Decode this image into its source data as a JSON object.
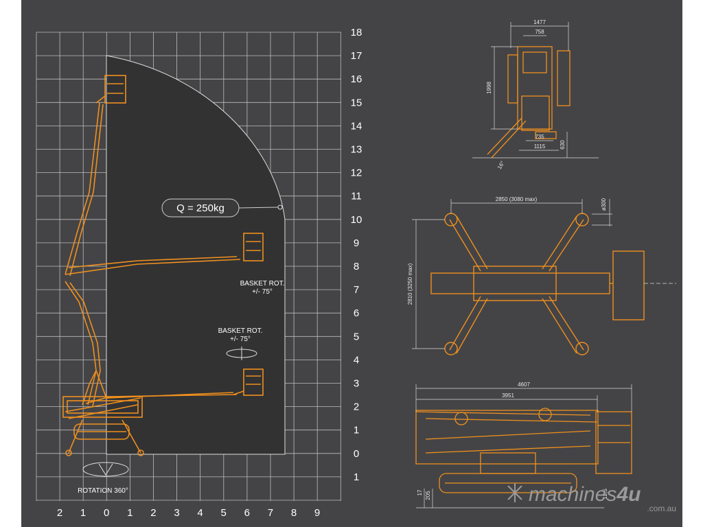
{
  "chart": {
    "y_ticks_right": [
      "18",
      "17",
      "16",
      "15",
      "14",
      "13",
      "12",
      "11",
      "10",
      "9",
      "8",
      "7",
      "6",
      "5",
      "4",
      "3",
      "2",
      "1",
      "0",
      "1"
    ],
    "x_ticks_bottom": [
      "2",
      "1",
      "0",
      "1",
      "2",
      "3",
      "4",
      "5",
      "6",
      "7",
      "8",
      "9"
    ],
    "load_label": "Q = 250kg",
    "basket_rot_upper": [
      "BASKET ROT.",
      "+/- 75°"
    ],
    "basket_rot_lower": [
      "BASKET ROT.",
      "+/- 75°"
    ],
    "rotation_label": "ROTATION 360°"
  },
  "front_view": {
    "dims": {
      "total_width": "1477",
      "inner_width": "758",
      "height": "1998",
      "track_inner": "735",
      "track_outer": "1115",
      "ground_clear": "630",
      "angle": "16°"
    }
  },
  "top_view": {
    "dims": {
      "spread_x": "2850 (3080 max)",
      "spread_y": "2810 (3250 max)",
      "pad_dia": "ø300"
    }
  },
  "side_view": {
    "dims": {
      "total_length": "4607",
      "length_stowed": "3951",
      "h1": "17",
      "h2": "205",
      "angle": "12,5"
    }
  },
  "watermark": {
    "brand_main": "machines",
    "brand_num": "4u",
    "brand_sub": ".com.au"
  },
  "colors": {
    "background": "#444446",
    "envelope": "#323233",
    "machine": "#f0901e",
    "grid": "#bdbdbd"
  }
}
